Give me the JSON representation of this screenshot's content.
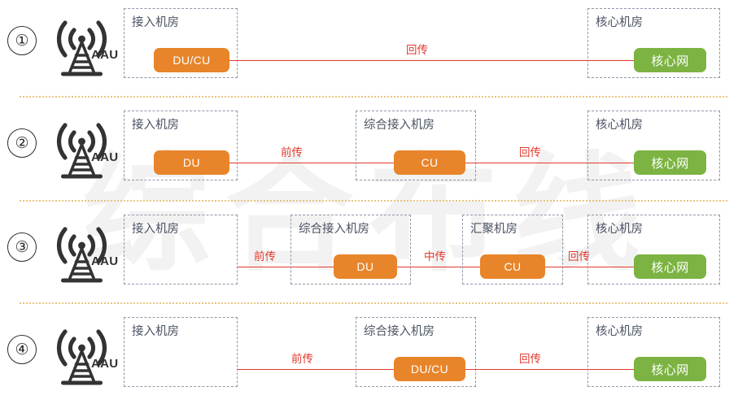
{
  "watermark_text": "综合布线",
  "colors": {
    "node_orange": "#e8852a",
    "node_green": "#7cb342",
    "link_red": "#e23b2e",
    "room_border": "#8d98a8",
    "room_label": "#4a5362",
    "separator": "#e8b96a"
  },
  "labels": {
    "aau": "AAU",
    "room_access": "接入机房",
    "room_integrated_access": "综合接入机房",
    "room_aggregation": "汇聚机房",
    "room_core": "核心机房",
    "node_du_cu": "DU/CU",
    "node_du": "DU",
    "node_cu": "CU",
    "node_core_network": "核心网",
    "link_fronthaul": "前传",
    "link_midhaul": "中传",
    "link_backhaul": "回传"
  },
  "rows": [
    {
      "index": "①",
      "aau_label": "AAU",
      "rooms": [
        {
          "name": "接入机房",
          "node": "DU/CU",
          "node_color": "orange"
        },
        {
          "name": "核心机房",
          "node": "核心网",
          "node_color": "green"
        }
      ],
      "links": [
        {
          "label": "回传"
        }
      ]
    },
    {
      "index": "②",
      "aau_label": "AAU",
      "rooms": [
        {
          "name": "接入机房",
          "node": "DU",
          "node_color": "orange"
        },
        {
          "name": "综合接入机房",
          "node": "CU",
          "node_color": "orange"
        },
        {
          "name": "核心机房",
          "node": "核心网",
          "node_color": "green"
        }
      ],
      "links": [
        {
          "label": "前传"
        },
        {
          "label": "回传"
        }
      ]
    },
    {
      "index": "③",
      "aau_label": "AAU",
      "rooms": [
        {
          "name": "接入机房",
          "node": "",
          "node_color": "none"
        },
        {
          "name": "综合接入机房",
          "node": "DU",
          "node_color": "orange"
        },
        {
          "name": "汇聚机房",
          "node": "CU",
          "node_color": "orange"
        },
        {
          "name": "核心机房",
          "node": "核心网",
          "node_color": "green"
        }
      ],
      "links": [
        {
          "label": "前传"
        },
        {
          "label": "中传"
        },
        {
          "label": "回传"
        }
      ]
    },
    {
      "index": "④",
      "aau_label": "AAU",
      "rooms": [
        {
          "name": "接入机房",
          "node": "",
          "node_color": "none"
        },
        {
          "name": "综合接入机房",
          "node": "DU/CU",
          "node_color": "orange"
        },
        {
          "name": "核心机房",
          "node": "核心网",
          "node_color": "green"
        }
      ],
      "links": [
        {
          "label": "前传"
        },
        {
          "label": "回传"
        }
      ]
    }
  ]
}
